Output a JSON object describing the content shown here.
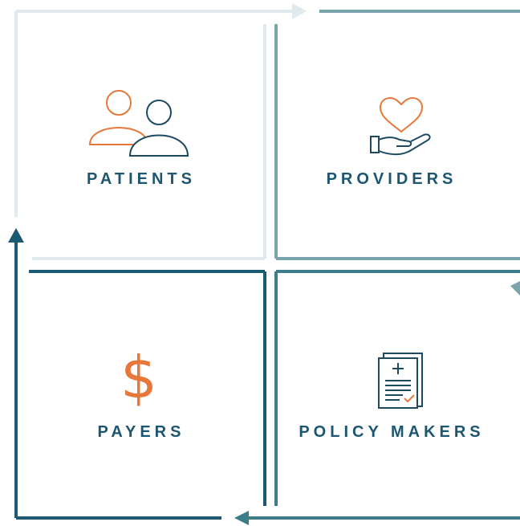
{
  "nodes": {
    "patients": {
      "label": "PATIENTS",
      "icon": "people-icon"
    },
    "providers": {
      "label": "PROVIDERS",
      "icon": "heart-in-hand-icon"
    },
    "payers": {
      "label": "PAYERS",
      "icon": "dollar-sign-icon",
      "symbol": "$"
    },
    "policy_makers": {
      "label": "POLICY MAKERS",
      "icon": "document-icon"
    }
  },
  "colors": {
    "label_text": "#1d5670",
    "accent_orange": "#e8773a",
    "icon_dark": "#1d4a60",
    "arrow_lightest": "#dfe9ee",
    "arrow_teal_light": "#7aa5ad",
    "arrow_teal": "#3c7d8a",
    "arrow_dark": "#1a5a73"
  }
}
